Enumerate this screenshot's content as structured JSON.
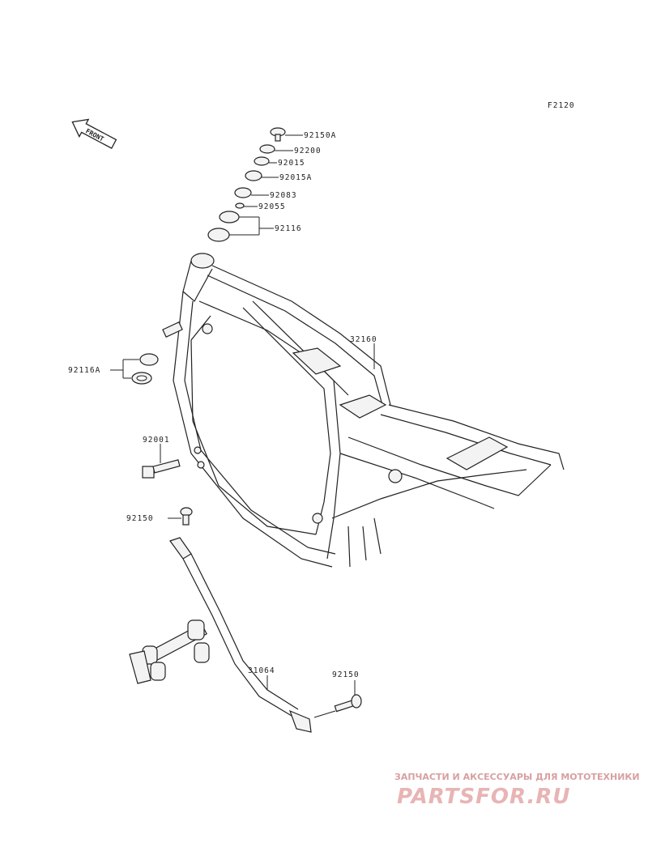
{
  "figure_code": "F2120",
  "front_arrow_label": "FRONT",
  "parts": {
    "p92150A": "92150A",
    "p92200": "92200",
    "p92015": "92015",
    "p92015A": "92015A",
    "p92083": "92083",
    "p92055": "92055",
    "p92116": "92116",
    "p32160": "32160",
    "p92116A": "92116A",
    "p92001": "92001",
    "p92150_upper": "92150",
    "p31064": "31064",
    "p92150_lower": "92150"
  },
  "watermark": {
    "subtitle": "ЗАПЧАСТИ И АКСЕССУАРЫ ДЛЯ МОТОТЕХНИКИ",
    "logo_text": "PARTSFOR.RU"
  }
}
